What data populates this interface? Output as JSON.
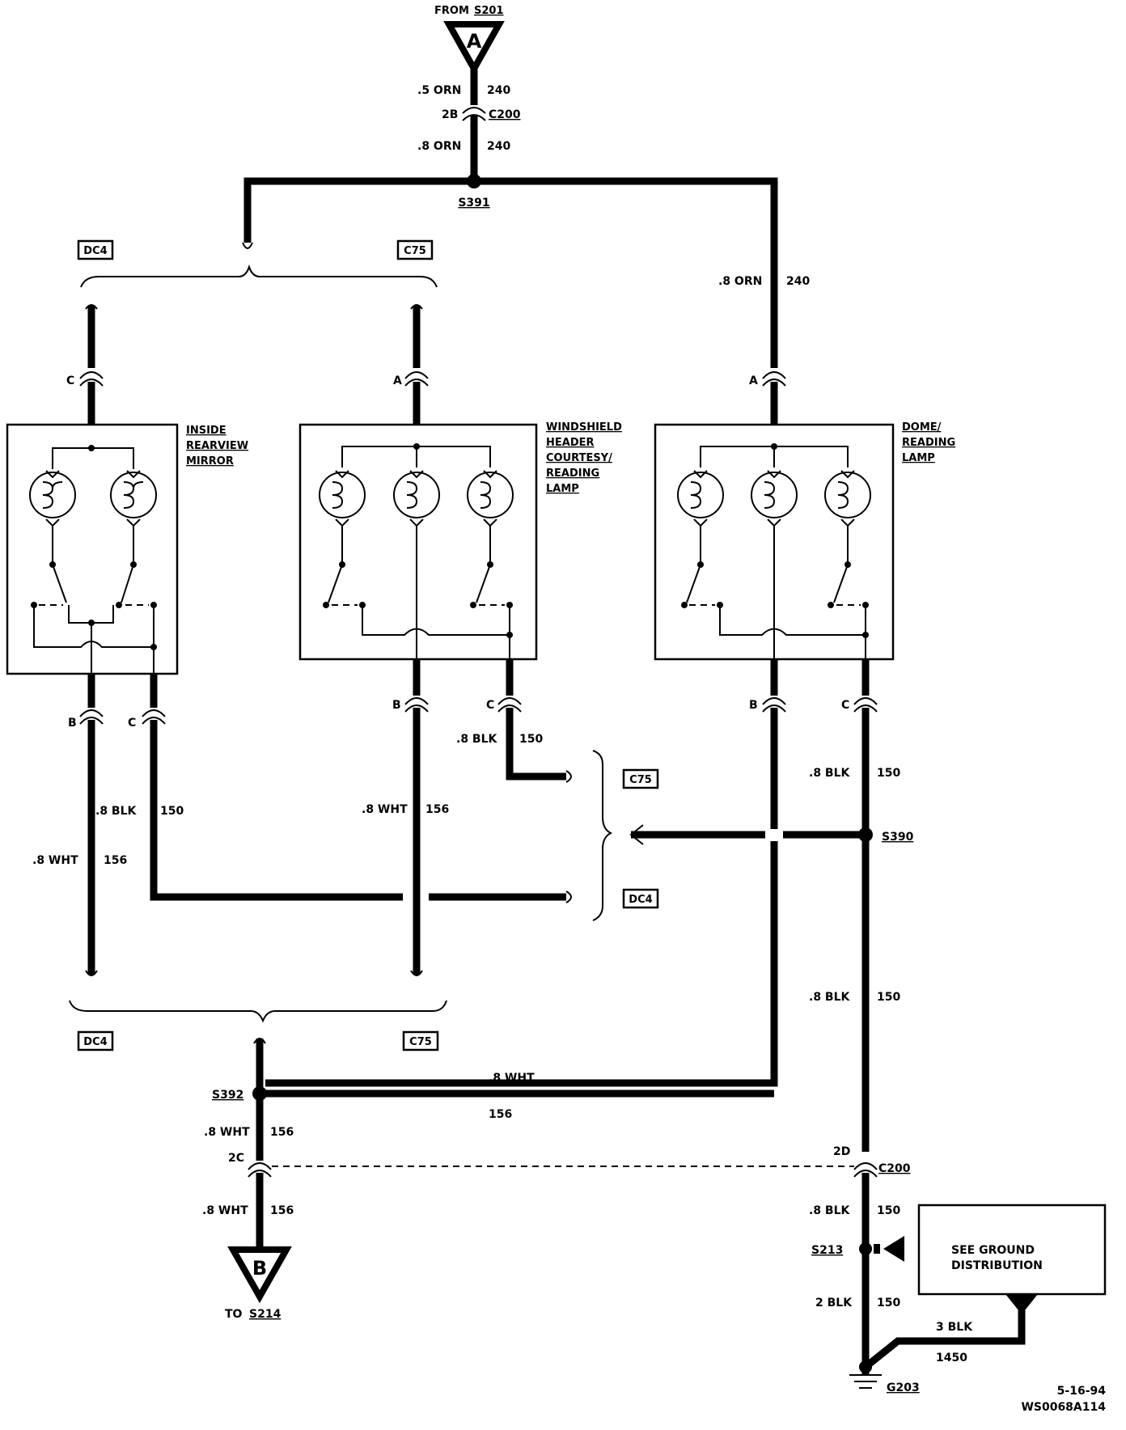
{
  "source": {
    "from_label": "FROM",
    "from_splice": "S201",
    "connector_letter": "A"
  },
  "destination": {
    "to_label": "TO",
    "to_splice": "S214",
    "connector_letter": "B"
  },
  "wires": {
    "top_gauge_color_1": ".5 ORN",
    "top_circuit_1": "240",
    "top_gauge_color_2": ".8 ORN",
    "top_circuit_2": "240",
    "right_feed_gauge_color": ".8 ORN",
    "right_feed_circuit": "240",
    "mirror_blk_gauge_color": ".8 BLK",
    "mirror_blk_circuit": "150",
    "mirror_wht_gauge_color": ".8 WHT",
    "mirror_wht_circuit": "156",
    "header_wht_gauge_color": ".8 WHT",
    "header_wht_circuit": "156",
    "header_blk_gauge_color": ".8 BLK",
    "header_blk_circuit": "150",
    "dome_blk_gauge_color": ".8 BLK",
    "dome_blk_circuit": "150",
    "ground_trunk_gauge_color": ".8 BLK",
    "ground_trunk_circuit": "150",
    "s392_wht_gauge_color": ".8 WHT",
    "s392_wht_circuit": "156",
    "out_wht1_gauge_color": ".8 WHT",
    "out_wht1_circuit": "156",
    "out_wht2_gauge_color": ".8 WHT",
    "out_wht2_circuit": "156",
    "below_c200_gauge_color": ".8 BLK",
    "below_c200_circuit": "150",
    "ground_gauge_color": "2 BLK",
    "ground_circuit": "150",
    "distribution_gauge_color": "3 BLK",
    "distribution_circuit": "1450"
  },
  "connectors": {
    "c200_top": "C200",
    "c200_top_pin": "2B",
    "c200_bottom": "C200",
    "c200_bottom_pin_left": "2C",
    "c200_bottom_pin_right": "2D",
    "pin_c": "C",
    "pin_a": "A",
    "pin_b": "B"
  },
  "splices": {
    "s391": "S391",
    "s390": "S390",
    "s392": "S392",
    "s213": "S213"
  },
  "ground": "G203",
  "tags": {
    "dc4": "DC4",
    "c75": "C75"
  },
  "components": {
    "mirror": [
      "INSIDE",
      "REARVIEW",
      "MIRROR"
    ],
    "header": [
      "WINDSHIELD",
      "HEADER",
      "COURTESY/",
      "READING",
      "LAMP"
    ],
    "dome": [
      "DOME/",
      "READING",
      "LAMP"
    ]
  },
  "ground_distribution": [
    "SEE GROUND",
    "DISTRIBUTION"
  ],
  "footer": {
    "date": "5-16-94",
    "code": "WS0068A114"
  }
}
